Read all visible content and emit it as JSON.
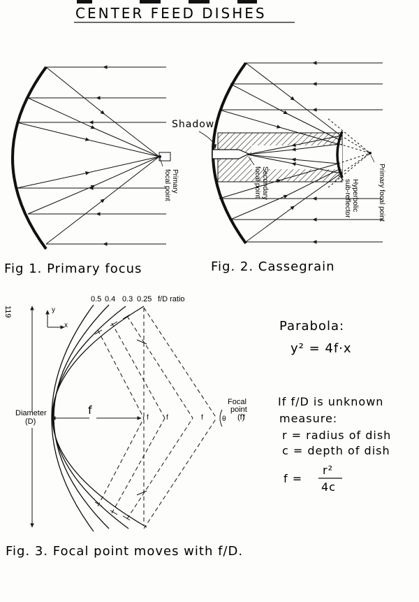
{
  "page": {
    "title": "CENTER FEED DISHES",
    "page_number": "119"
  },
  "fig1": {
    "caption": "Fig 1.   Primary focus",
    "focal_label_1": "Primary",
    "focal_label_2": "focal point"
  },
  "fig2": {
    "caption": "Fig. 2.  Cassegrain",
    "shadow_label": "Shadow",
    "secondary_label_1": "Secondary",
    "secondary_label_2": "focal point",
    "hyperbolic_label_1": "Hyperbolic",
    "hyperbolic_label_2": "sub-reflector",
    "primary_label": "Primary focal point"
  },
  "fig3": {
    "caption": "Fig. 3.   Focal point moves with f/D.",
    "ratio_0_5": "0.5",
    "ratio_0_4": "0.4",
    "ratio_0_3": "0.3",
    "ratio_0_25": "0.25",
    "ratio_label": "f/D ratio",
    "axis_y": "y",
    "axis_x": "x",
    "diameter_1": "Diameter",
    "diameter_2": "(D)",
    "f_label": "f",
    "focal_1": "Focal",
    "focal_2": "point",
    "focal_3": "(f)",
    "theta": "θ"
  },
  "notes": {
    "parabola_title": "Parabola:",
    "equation": "y² = 4f·x",
    "unknown_1": "If  f/D is unknown",
    "unknown_2": "measure:",
    "r_def": "r  = radius of dish",
    "c_def": "c  = depth of dish",
    "f_eq": "f =",
    "f_num": "r²",
    "f_den": "4c"
  }
}
